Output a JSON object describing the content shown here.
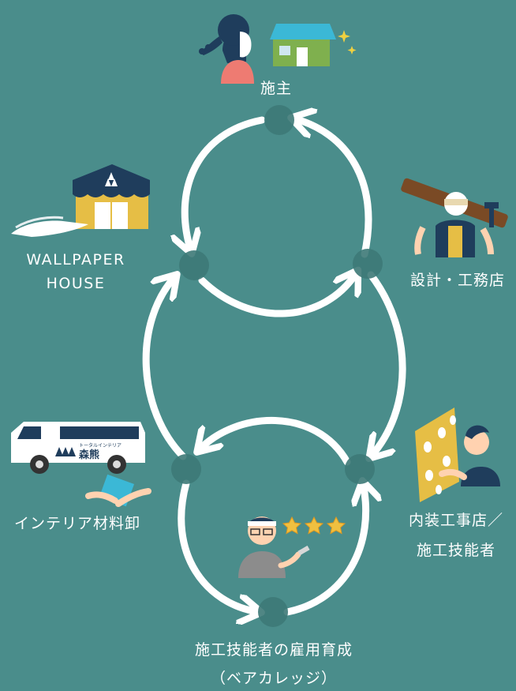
{
  "nodes": {
    "client": "施主",
    "contractor": "設計・工務店",
    "wallpaper_line1": "WALLPAPER",
    "wallpaper_line2": "HOUSE",
    "interior": "内装工事店／",
    "interior_line2": "施工技能者",
    "wholesale": "インテリア材料卸",
    "training_line1": "施工技能者の雇用育成",
    "training_line2": "（ベアカレッジ）"
  },
  "van_logo": {
    "small": "トータルインテリア",
    "name": "森熊"
  },
  "colors": {
    "background": "#4a8d8b",
    "arrow": "#ffffff",
    "node": "#3d7977",
    "house_roof": "#3bb8d6",
    "house_wall": "#7fb04e",
    "store_awning": "#1f3d5c",
    "store_wall": "#e6be45",
    "stars": "#f0c040"
  }
}
